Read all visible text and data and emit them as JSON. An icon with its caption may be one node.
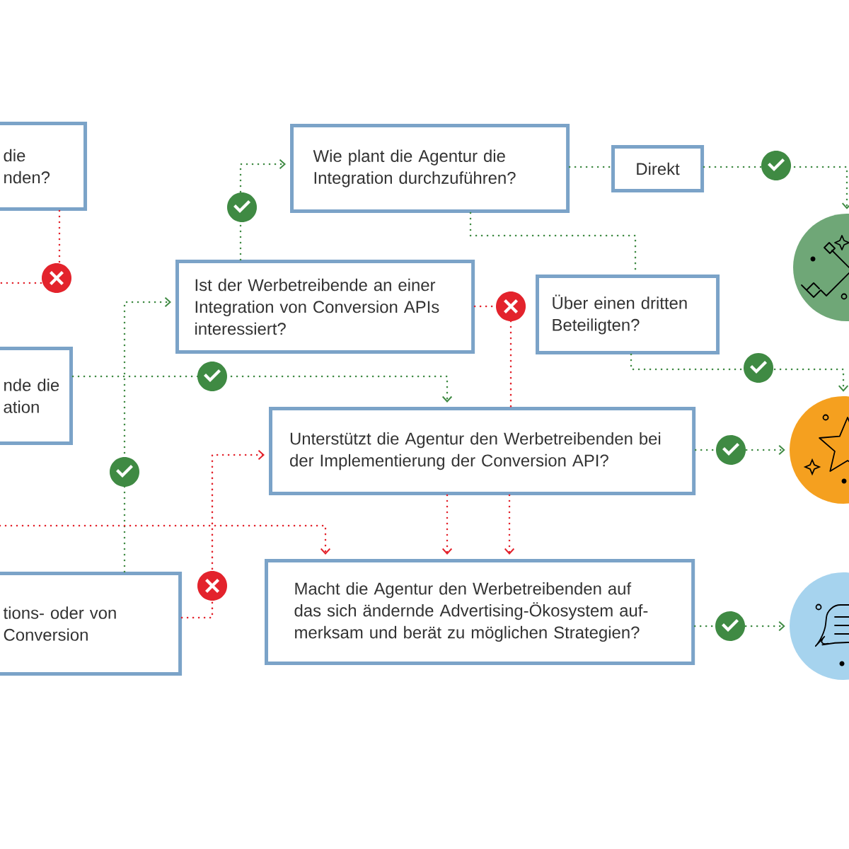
{
  "diagram": {
    "nodes": [
      {
        "text": [
          "die nden?"
        ]
      },
      {
        "text": [
          "Wie plant die Agentur die Integration durchzuführen?"
        ]
      },
      {
        "text": [
          "Direkt"
        ]
      },
      {
        "text": [],
        "shape": "circle"
      },
      {
        "text": [
          "Ist der Werbetreibende an einer Integration von Conversion APIs interessiert?"
        ]
      },
      {
        "text": [
          "Über einen dritten Beteiligten?"
        ]
      },
      {
        "text": [
          "nde die ation"
        ]
      },
      {
        "text": [],
        "shape": "circle"
      },
      {
        "text": [
          "Unterstützt die Agentur den Werbetreibenden bei der Implementierung der Conversion API?"
        ]
      },
      {
        "text": [
          "Macht die Agentur den Werbetreibenden auf das sich ändernde Advertising-Ökosystem auf- merksam und berät zu möglichen Strategien?"
        ]
      },
      {
        "text": [],
        "shape": "circle"
      },
      {
        "text": [
          "tions- oder von Conversion"
        ]
      }
    ],
    "edges": [
      {
        "from": 0,
        "to": null,
        "arrow": "none",
        "color": "#e3232c"
      },
      {
        "from": 1,
        "to": 2,
        "arrow": "none"
      },
      {
        "from": 2,
        "to": 3,
        "arrow": "to"
      },
      {
        "from": 1,
        "to": 5,
        "arrow": "none"
      },
      {
        "from": 5,
        "to": 7,
        "arrow": "to"
      },
      {
        "from": 4,
        "to": 1,
        "arrow": "to"
      },
      {
        "from": 4,
        "to": 8,
        "arrow": "none",
        "color": "#e3232c"
      },
      {
        "from": 6,
        "to": 8,
        "arrow": "to"
      },
      {
        "from": 11,
        "to": 4,
        "arrow": "to"
      },
      {
        "from": null,
        "to": 9,
        "arrow": "to",
        "color": "#e3232c"
      },
      {
        "from": 11,
        "to": 8,
        "arrow": "to",
        "color": "#e3232c"
      },
      {
        "from": 8,
        "to": 9,
        "arrow": "to",
        "color": "#e3232c"
      },
      {
        "from": 8,
        "to": 9,
        "arrow": "to",
        "color": "#e3232c"
      },
      {
        "from": 8,
        "to": 7,
        "arrow": "to"
      },
      {
        "from": 9,
        "to": 10,
        "arrow": "to"
      }
    ]
  }
}
